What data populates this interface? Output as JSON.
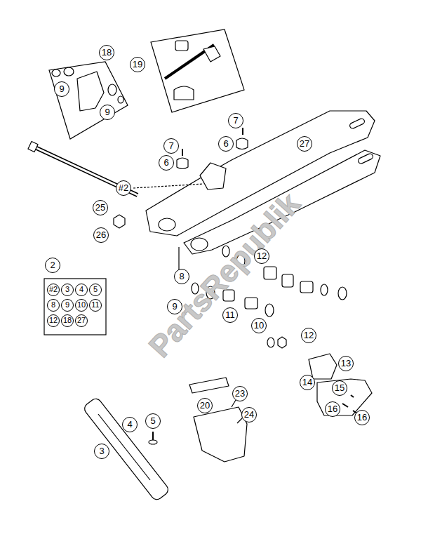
{
  "diagram": {
    "nodes": [
      {
        "text": [
          "18",
          "9",
          "9"
        ]
      },
      {
        "text": [
          "19"
        ]
      },
      {
        "text": [
          "2",
          "#2",
          "3",
          "4",
          "5",
          "8",
          "9",
          "10",
          "11",
          "12",
          "18",
          "27"
        ]
      }
    ],
    "labels": [
      "7",
      "6",
      "7",
      "6",
      "27",
      "#2",
      "25",
      "26",
      "12",
      "8",
      "9",
      "11",
      "10",
      "12",
      "13",
      "14",
      "15",
      "16",
      "16",
      "20",
      "23",
      "24",
      "5",
      "4",
      "3",
      "PartsRepublik"
    ]
  }
}
